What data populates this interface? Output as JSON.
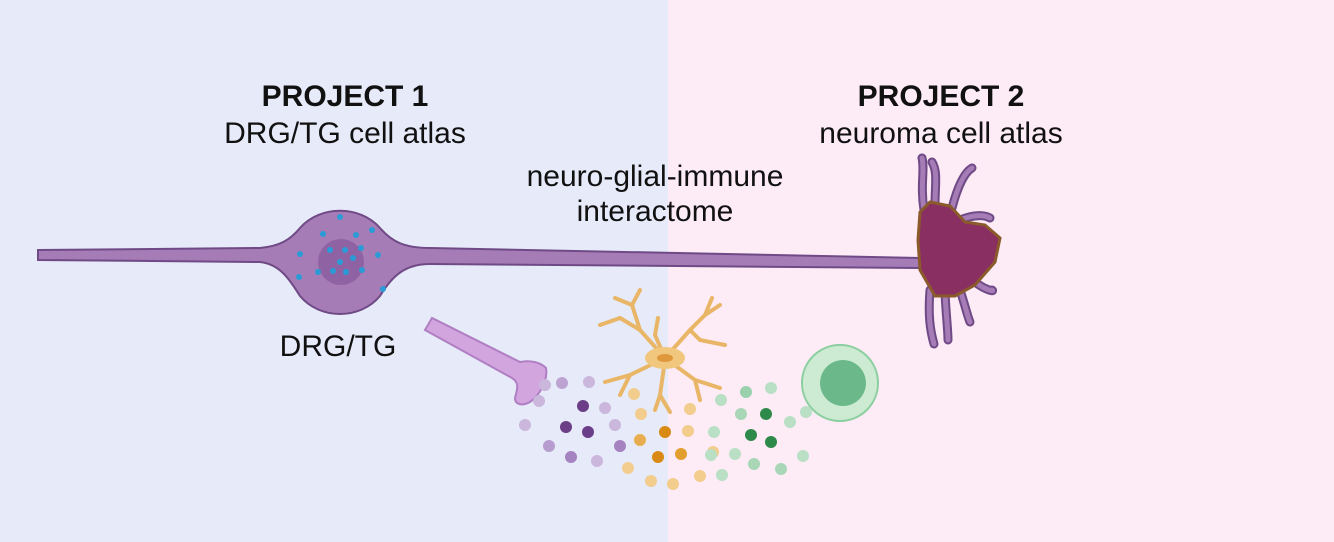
{
  "project1": {
    "title": "PROJECT 1",
    "subtitle": "DRG/TG cell atlas"
  },
  "project2": {
    "title": "PROJECT 2",
    "subtitle": "neuroma cell atlas"
  },
  "center": {
    "line1": "neuro-glial-immune",
    "line2": "interactome"
  },
  "neuron_label": "DRG/TG",
  "colors": {
    "left_bg": "#e6eaf9",
    "right_bg": "#fdebf6",
    "neuron": "#a57cb5",
    "neuron_stroke": "#6f4a86",
    "neuroma": "#8a2f62",
    "vesicle": "#2a9bd6",
    "axon_terminal": "#d3a5df",
    "glia": "#f1c77e",
    "immune": "#8bcfa0"
  }
}
